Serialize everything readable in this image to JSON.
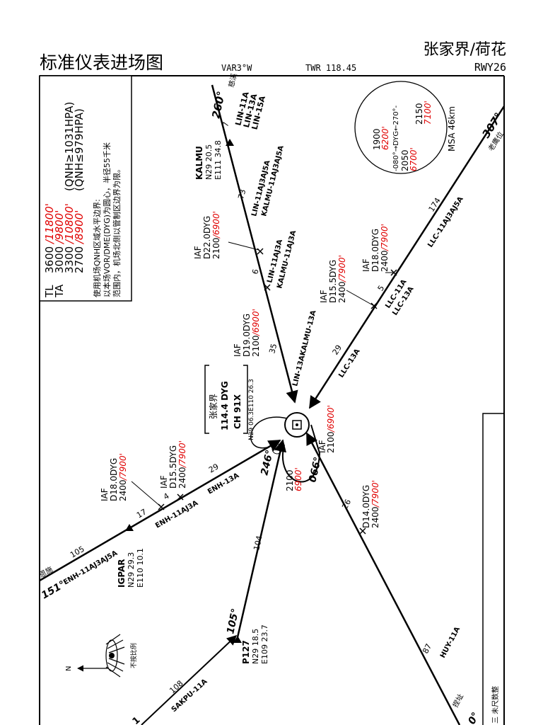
{
  "header": {
    "chart_title": "标准仪表进场图",
    "airport_name": "张家界/荷花",
    "runway": "RWY26",
    "variation": "VAR3°W",
    "tower": "TWR 118.45"
  },
  "notes": {
    "tl_label": "TL",
    "ta_label": "TA",
    "tl_value": "3600",
    "tl_value_red": "/11800'",
    "ta_value": "3000",
    "ta_value_red": "/9800'",
    "row3_value": "3300",
    "row3_value_red": "/10800'",
    "row3_condition": "(QNH≥1031HPA)",
    "row4_value": "2700",
    "row4_value_red": "/8900'",
    "row4_condition": "(QNH≤979HPA)",
    "line1": "使用机场QNH区域水平边界:",
    "line2": "以本场VOR/DME(DYG)为圆心，半径55千米",
    "line3": "范围内，机场北侧以管制区边界为限。"
  },
  "msa": {
    "left_alt": "1900",
    "left_alt_red": "6200'",
    "bearings": "-080°→DYG←270°-",
    "bottom_alt": "2050",
    "bottom_alt_red": "6700'",
    "right_alt": "2150",
    "right_alt_red": "7100'",
    "label": "MSA 46km"
  },
  "navaid": {
    "name": "张家界",
    "freq": "114.4 DYG",
    "channel": "CH 91X",
    "coords": "N29 06.3E110 26.3"
  },
  "routes": {
    "north": {
      "bearing": "260°",
      "alias": "慈溪",
      "names": [
        "LIN-11A",
        "LIN-13A",
        "LIN-15A"
      ],
      "fix": "KALMU",
      "fix_n": "N29 20.5",
      "fix_e": "E111 34.8",
      "dist_top": "7",
      "dist_mid": "73",
      "leg_label_1": "LIN-11AJ3AJ5A",
      "leg_label_2": "KALMU-11AJ3AJ5A",
      "iaf1_label": "IAF",
      "iaf1_dist": "D22.0DYG",
      "iaf1_alt": "2100",
      "iaf1_alt_red": "/6900'",
      "dist_iaf": "6",
      "leg_label_3": "LIN-11AJ3A",
      "leg_label_4": "KALMU-11AJ3A",
      "iaf2_label": "IAF",
      "iaf2_dist": "D19.0DYG",
      "iaf2_alt": "2100",
      "iaf2_alt_red": "/6900'",
      "dist_final": "35",
      "leg_label_5": "LIN-13AKALMU-13A"
    },
    "northeast": {
      "bearing": "307°",
      "alias": "老鹰位",
      "dist": "174",
      "leg_label": "LLC-11AJ3AJ5A",
      "iaf1_label": "IAF",
      "iaf1_dist": "D18.0DYG",
      "iaf1_alt": "2400",
      "iaf1_alt_red": "/7900'",
      "dist_iaf": "5",
      "leg_label_2a": "LLC-11A",
      "leg_label_2b": "LLC-13A",
      "iaf2_label": "IAF",
      "iaf2_dist": "D15.5DYG",
      "iaf2_alt": "2400",
      "iaf2_alt_red": "/7900'",
      "dist_final": "29",
      "leg_label_3": "LLC-13A"
    },
    "west": {
      "bearing": "151°",
      "alias": "恩施",
      "dist": "105",
      "leg_label": "ENH-11AJ3AJ5A",
      "fix": "IGPAR",
      "fix_n": "N29 29.3",
      "fix_e": "E110 10.1",
      "iaf1_label": "IAF",
      "iaf1_dist": "D18.0DYG",
      "iaf1_alt": "2400",
      "iaf1_alt_red": "/7900'",
      "dist_17": "17",
      "dist_4": "4",
      "leg_label_2": "ENH-11AJ3A",
      "iaf2_label": "IAF",
      "iaf2_dist": "D15.5DYG",
      "iaf2_alt": "2400",
      "iaf2_alt_red": "/7900'",
      "dist_final": "29",
      "leg_label_3": "ENH-13A"
    },
    "southwest": {
      "bearing": "105°",
      "fix": "P127",
      "fix_n": "N29 18.5",
      "fix_e": "E109 23.7",
      "dist_upper": "104",
      "dist_lower": "108",
      "leg_label": "SAKPU-11A",
      "bottom_fragment": "1"
    },
    "southeast": {
      "bearing_fragment": "0°",
      "alias": "捏址",
      "dist": "87",
      "leg_label": "HUY-11A",
      "fix_dist": "D14.0DYG",
      "fix_alt": "2400",
      "fix_alt_red": "/7900'",
      "dist_final": "26"
    }
  },
  "holding": {
    "inbound": "246°",
    "outbound": "066°",
    "alt": "2100",
    "alt_red": "6900'",
    "number": "1",
    "iaf_label": "IAF",
    "iaf_alt": "2100",
    "iaf_alt_red": "/6900'"
  },
  "north_arrow": {
    "letter": "N",
    "scale_note": "不按比例"
  },
  "side_note": "三 未尺数整"
}
